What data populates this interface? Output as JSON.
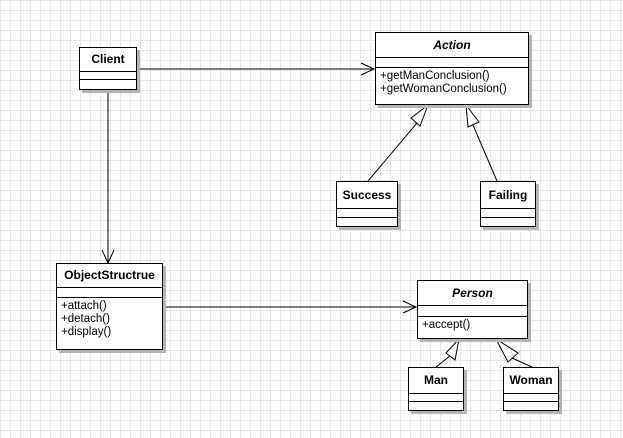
{
  "classes": {
    "client": {
      "name": "Client"
    },
    "action": {
      "name": "Action",
      "operations": [
        "+getManConclusion()",
        "+getWomanConclusion()"
      ]
    },
    "success": {
      "name": "Success"
    },
    "failing": {
      "name": "Failing"
    },
    "object_structure": {
      "name": "ObjectStructrue",
      "operations": [
        "+attach()",
        "+detach()",
        "+display()"
      ]
    },
    "person": {
      "name": "Person",
      "operations": [
        "+accept()"
      ]
    },
    "man": {
      "name": "Man"
    },
    "woman": {
      "name": "Woman"
    }
  },
  "relations": [
    {
      "from": "Client",
      "to": "Action",
      "type": "association"
    },
    {
      "from": "Client",
      "to": "ObjectStructrue",
      "type": "association"
    },
    {
      "from": "ObjectStructrue",
      "to": "Person",
      "type": "association"
    },
    {
      "from": "Success",
      "to": "Action",
      "type": "generalization"
    },
    {
      "from": "Failing",
      "to": "Action",
      "type": "generalization"
    },
    {
      "from": "Man",
      "to": "Person",
      "type": "generalization"
    },
    {
      "from": "Woman",
      "to": "Person",
      "type": "generalization"
    }
  ]
}
